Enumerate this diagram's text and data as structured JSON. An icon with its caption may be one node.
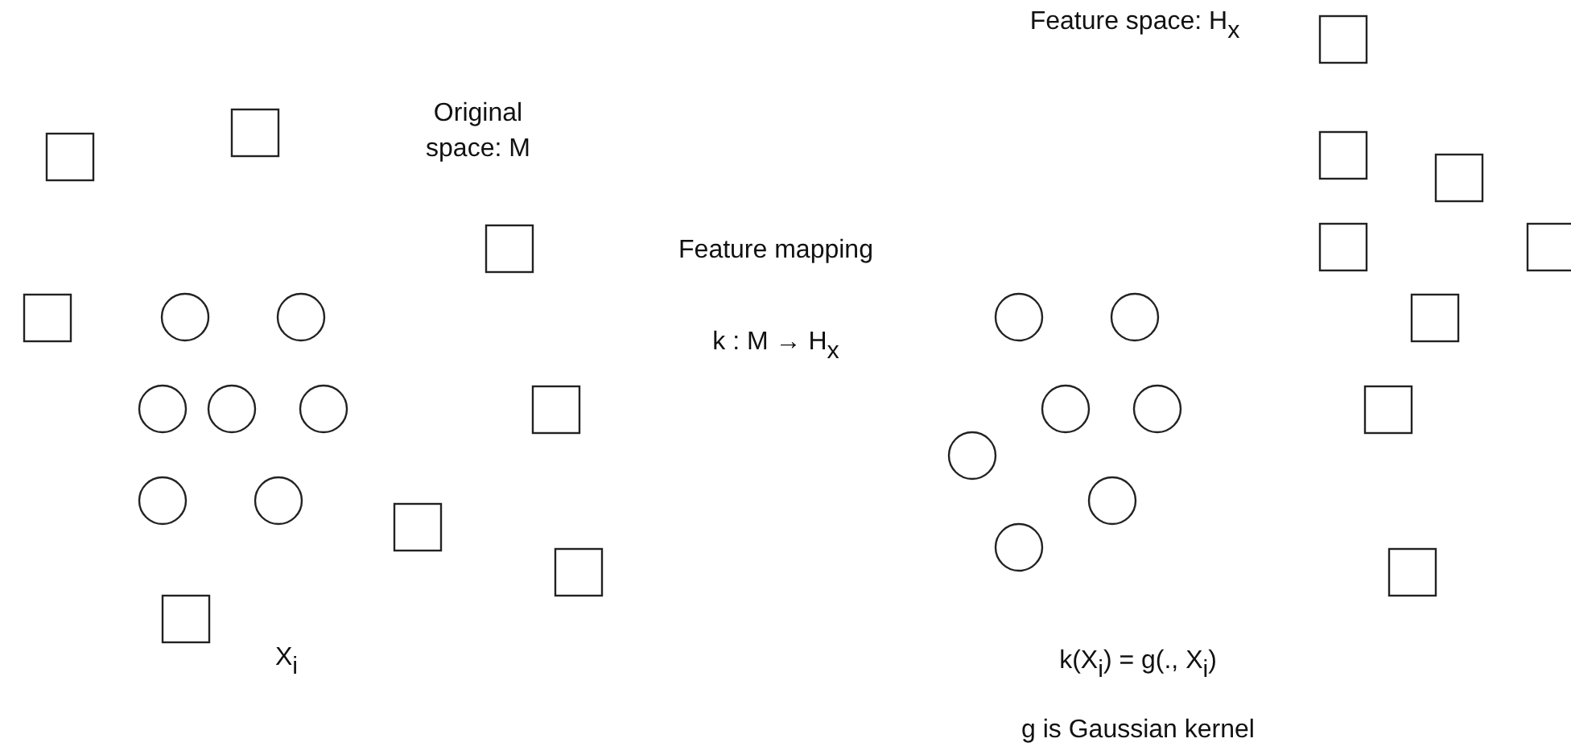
{
  "diagram": {
    "labels": [
      "Original space: M",
      "Feature space: H$_{x}$",
      "Feature mapping",
      "k : M → H$_{x}$",
      "X$_{i}$",
      "k(X$_{i}$) = g(., X$_{i}$)",
      "g is Gaussian kernel"
    ]
  }
}
